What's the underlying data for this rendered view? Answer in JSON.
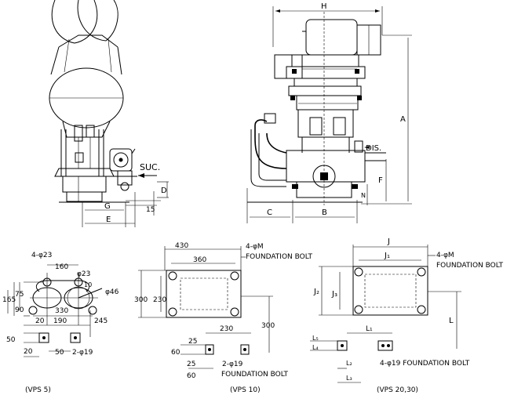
{
  "side_view": {
    "suc_label": "SUC.",
    "dim_d": "D",
    "dim_g": "G",
    "dim_e": "E",
    "dim_15": "15"
  },
  "front_view": {
    "dim_h": "H",
    "dim_a": "A",
    "dim_f": "F",
    "dim_n": "N",
    "dim_c": "C",
    "dim_b": "B",
    "dis_label": "DIS."
  },
  "vps5": {
    "caption": "(VPS 5)",
    "hole_top": "4-φ23",
    "dim_160": "160",
    "hole_right": "φ23",
    "dim_10": "10",
    "dim_46": "φ46",
    "dim_165": "165",
    "dim_75": "75",
    "dim_90": "90",
    "dim_330": "330",
    "dim_20": "20",
    "dim_190": "190",
    "dim_245": "245",
    "dim_50a": "50",
    "dim_20b": "20",
    "dim_50b": "50",
    "hole_bottom": "2-φ19"
  },
  "vps10": {
    "caption": "(VPS 10)",
    "dim_430": "430",
    "dim_360": "360",
    "bolt_top": "4-φM",
    "foundation_top": "FOUNDATION BOLT",
    "dim_300": "300",
    "dim_230v": "230",
    "dim_230h": "230",
    "dim_300b": "300",
    "dim_25a": "25",
    "dim_60a": "60",
    "dim_25b": "25",
    "dim_60b": "60",
    "hole_bottom": "2-φ19",
    "foundation_bottom": "FOUNDATION BOLT"
  },
  "vps20": {
    "caption": "(VPS 20,30)",
    "dim_j": "J",
    "dim_j1": "J₁",
    "bolt_top": "4-φM",
    "foundation_top": "FOUNDATION BOLT",
    "dim_j2": "J₂",
    "dim_j3": "J₃",
    "dim_l": "L",
    "dim_l1": "L₁",
    "dim_l2": "L₂",
    "dim_l3": "L₃",
    "dim_l4": "L₄",
    "dim_l5": "L₅",
    "bolt_bottom": "4-φ19 FOUNDATION BOLT"
  }
}
